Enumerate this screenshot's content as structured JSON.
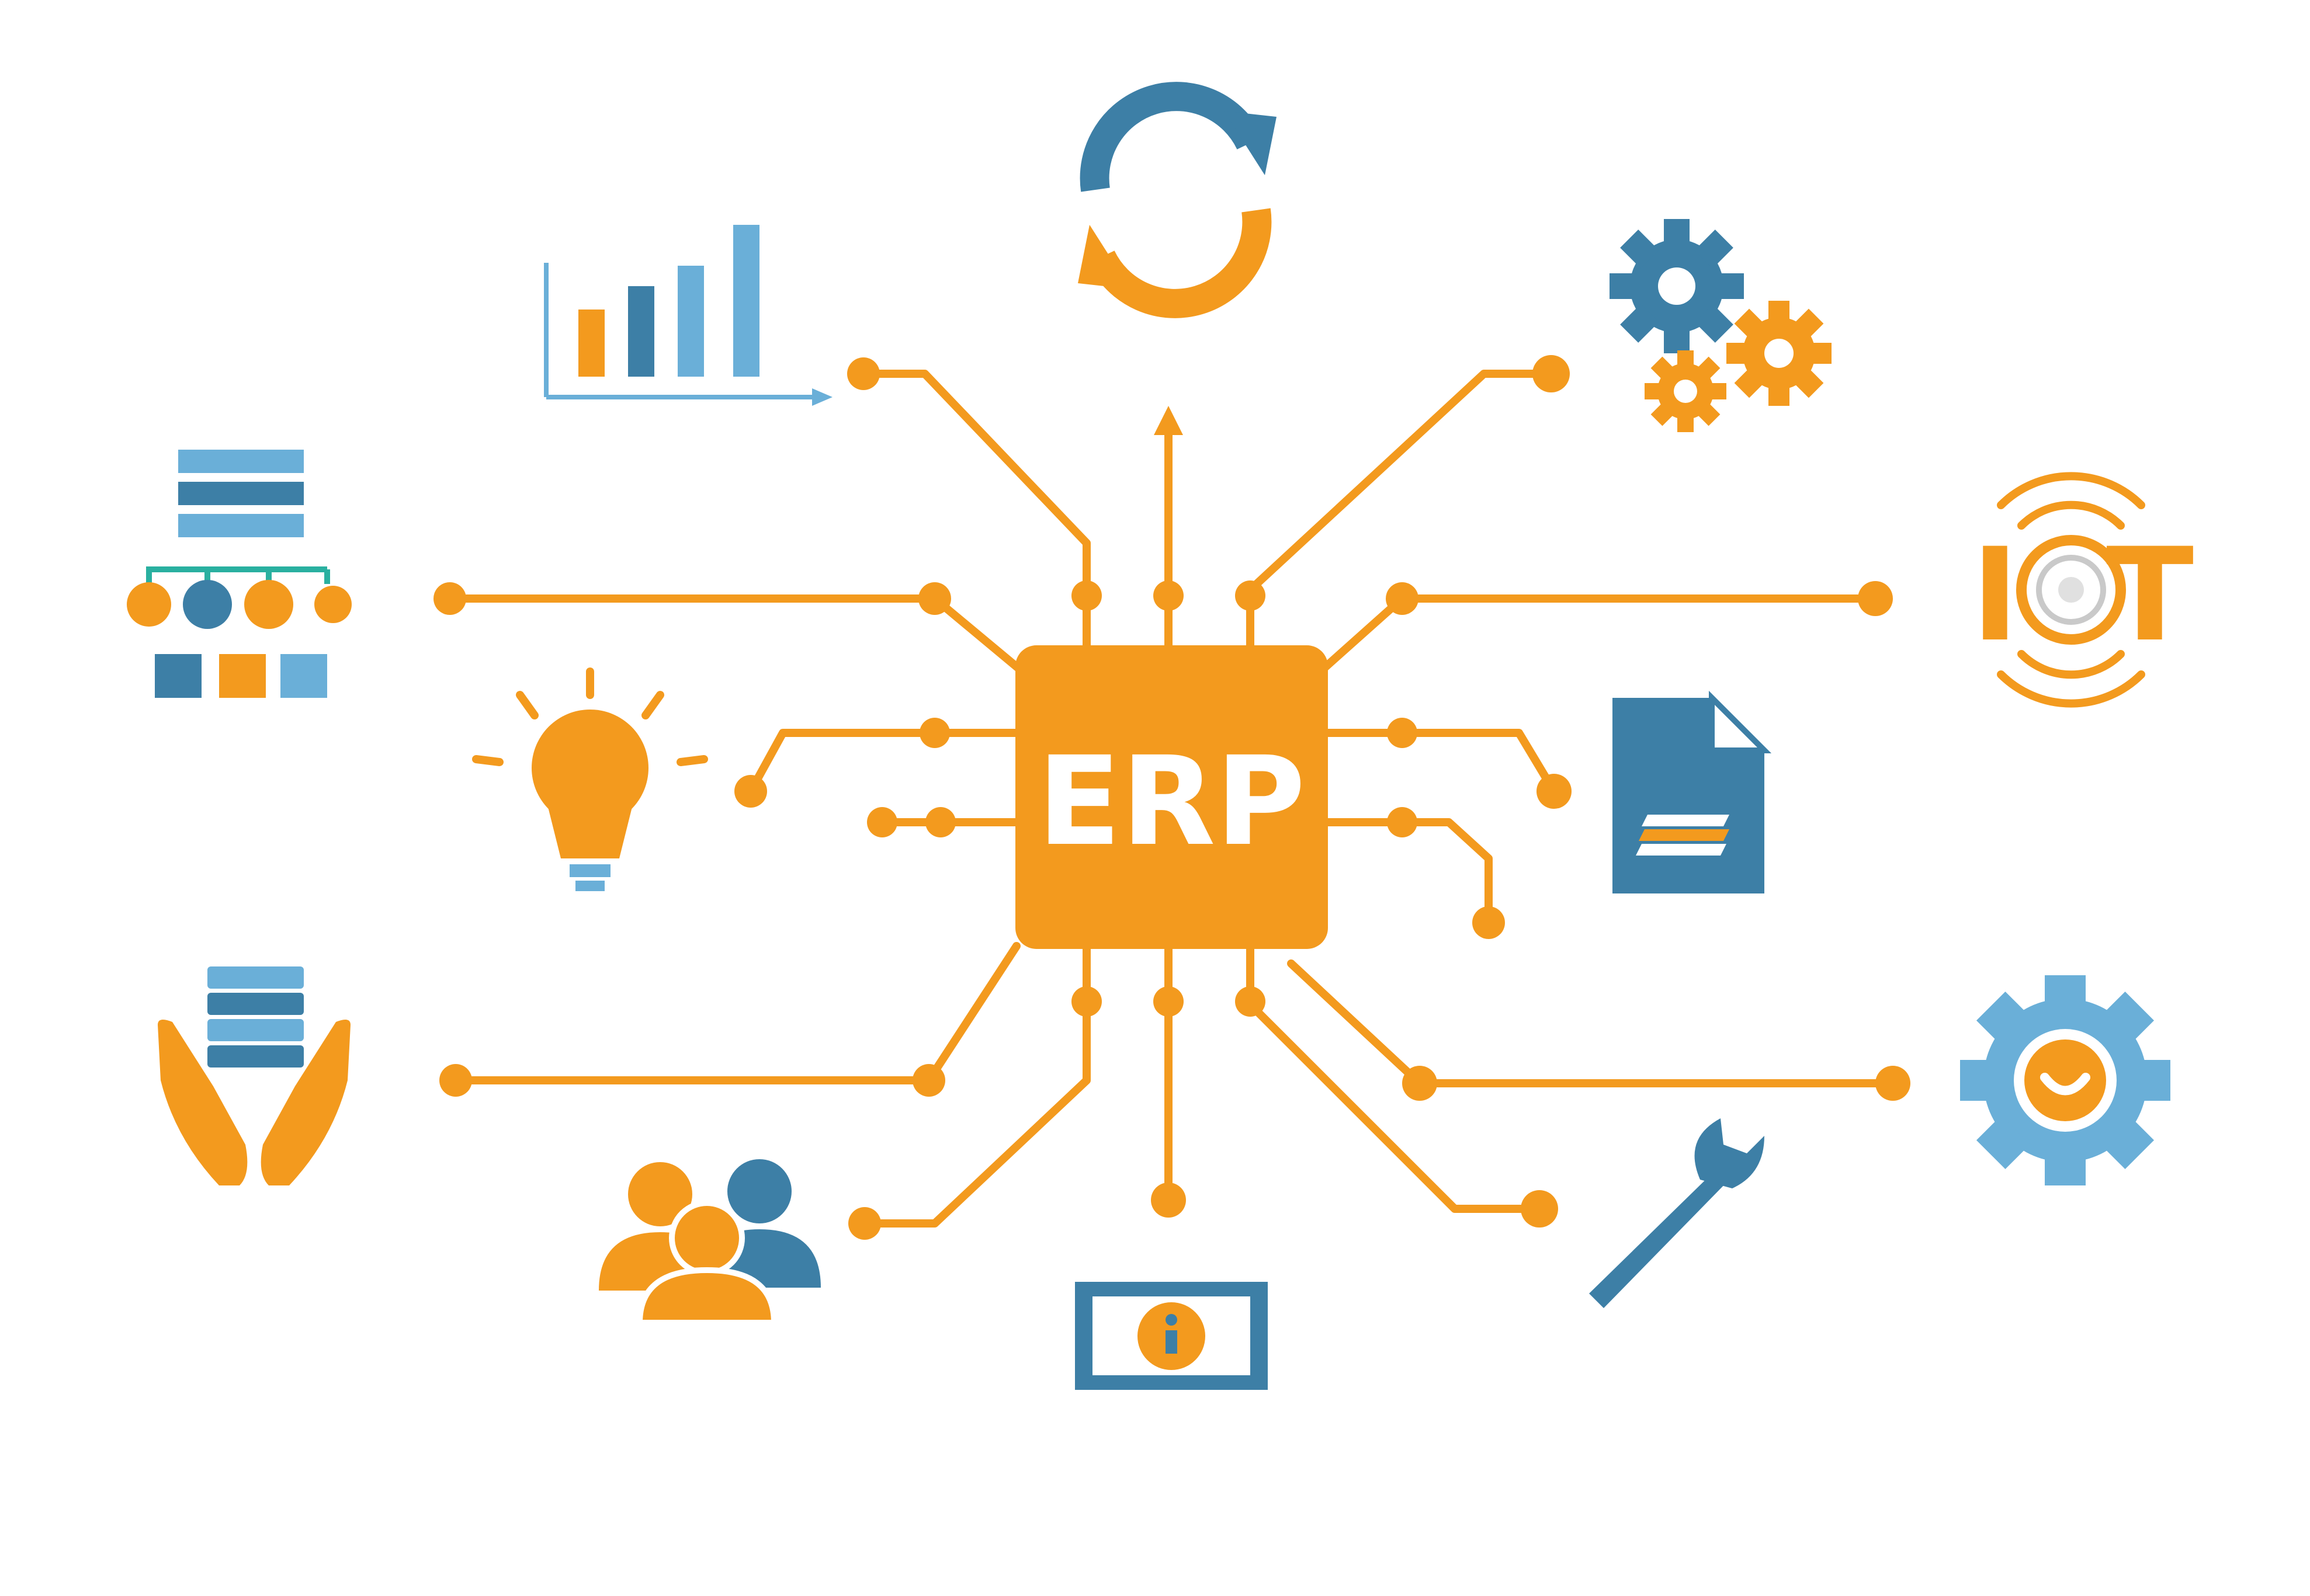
{
  "chip": {
    "label": "ERP"
  },
  "iot": {
    "letter_i": "I",
    "letter_t": "T"
  },
  "colors": {
    "orange": "#F39A1E",
    "blue": "#3D7FA6",
    "light_blue": "#6AAFD8",
    "white": "#ffffff"
  },
  "icons": [
    "bar-chart-icon",
    "refresh-icon",
    "gears-icon",
    "iot-icon",
    "org-chart-icon",
    "lightbulb-icon",
    "document-icon",
    "database-hands-icon",
    "gear-smile-icon",
    "users-icon",
    "money-icon",
    "wrench-icon"
  ]
}
